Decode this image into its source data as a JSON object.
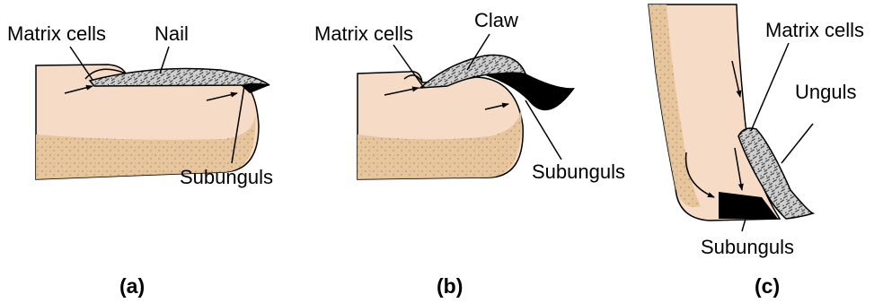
{
  "panels": [
    {
      "caption": "(a)",
      "labels": {
        "matrix": "Matrix cells",
        "top": "Nail",
        "sub": "Subunguls"
      }
    },
    {
      "caption": "(b)",
      "labels": {
        "matrix": "Matrix cells",
        "top": "Claw",
        "sub": "Subunguls"
      }
    },
    {
      "caption": "(c)",
      "labels": {
        "matrix": "Matrix cells",
        "top": "Unguls",
        "sub": "Subunguls"
      }
    }
  ],
  "colors": {
    "skin": "#f6dcc6",
    "skin_shadow": "#e7c49a",
    "keratin": "#d0d0d0",
    "outline": "#000000"
  }
}
